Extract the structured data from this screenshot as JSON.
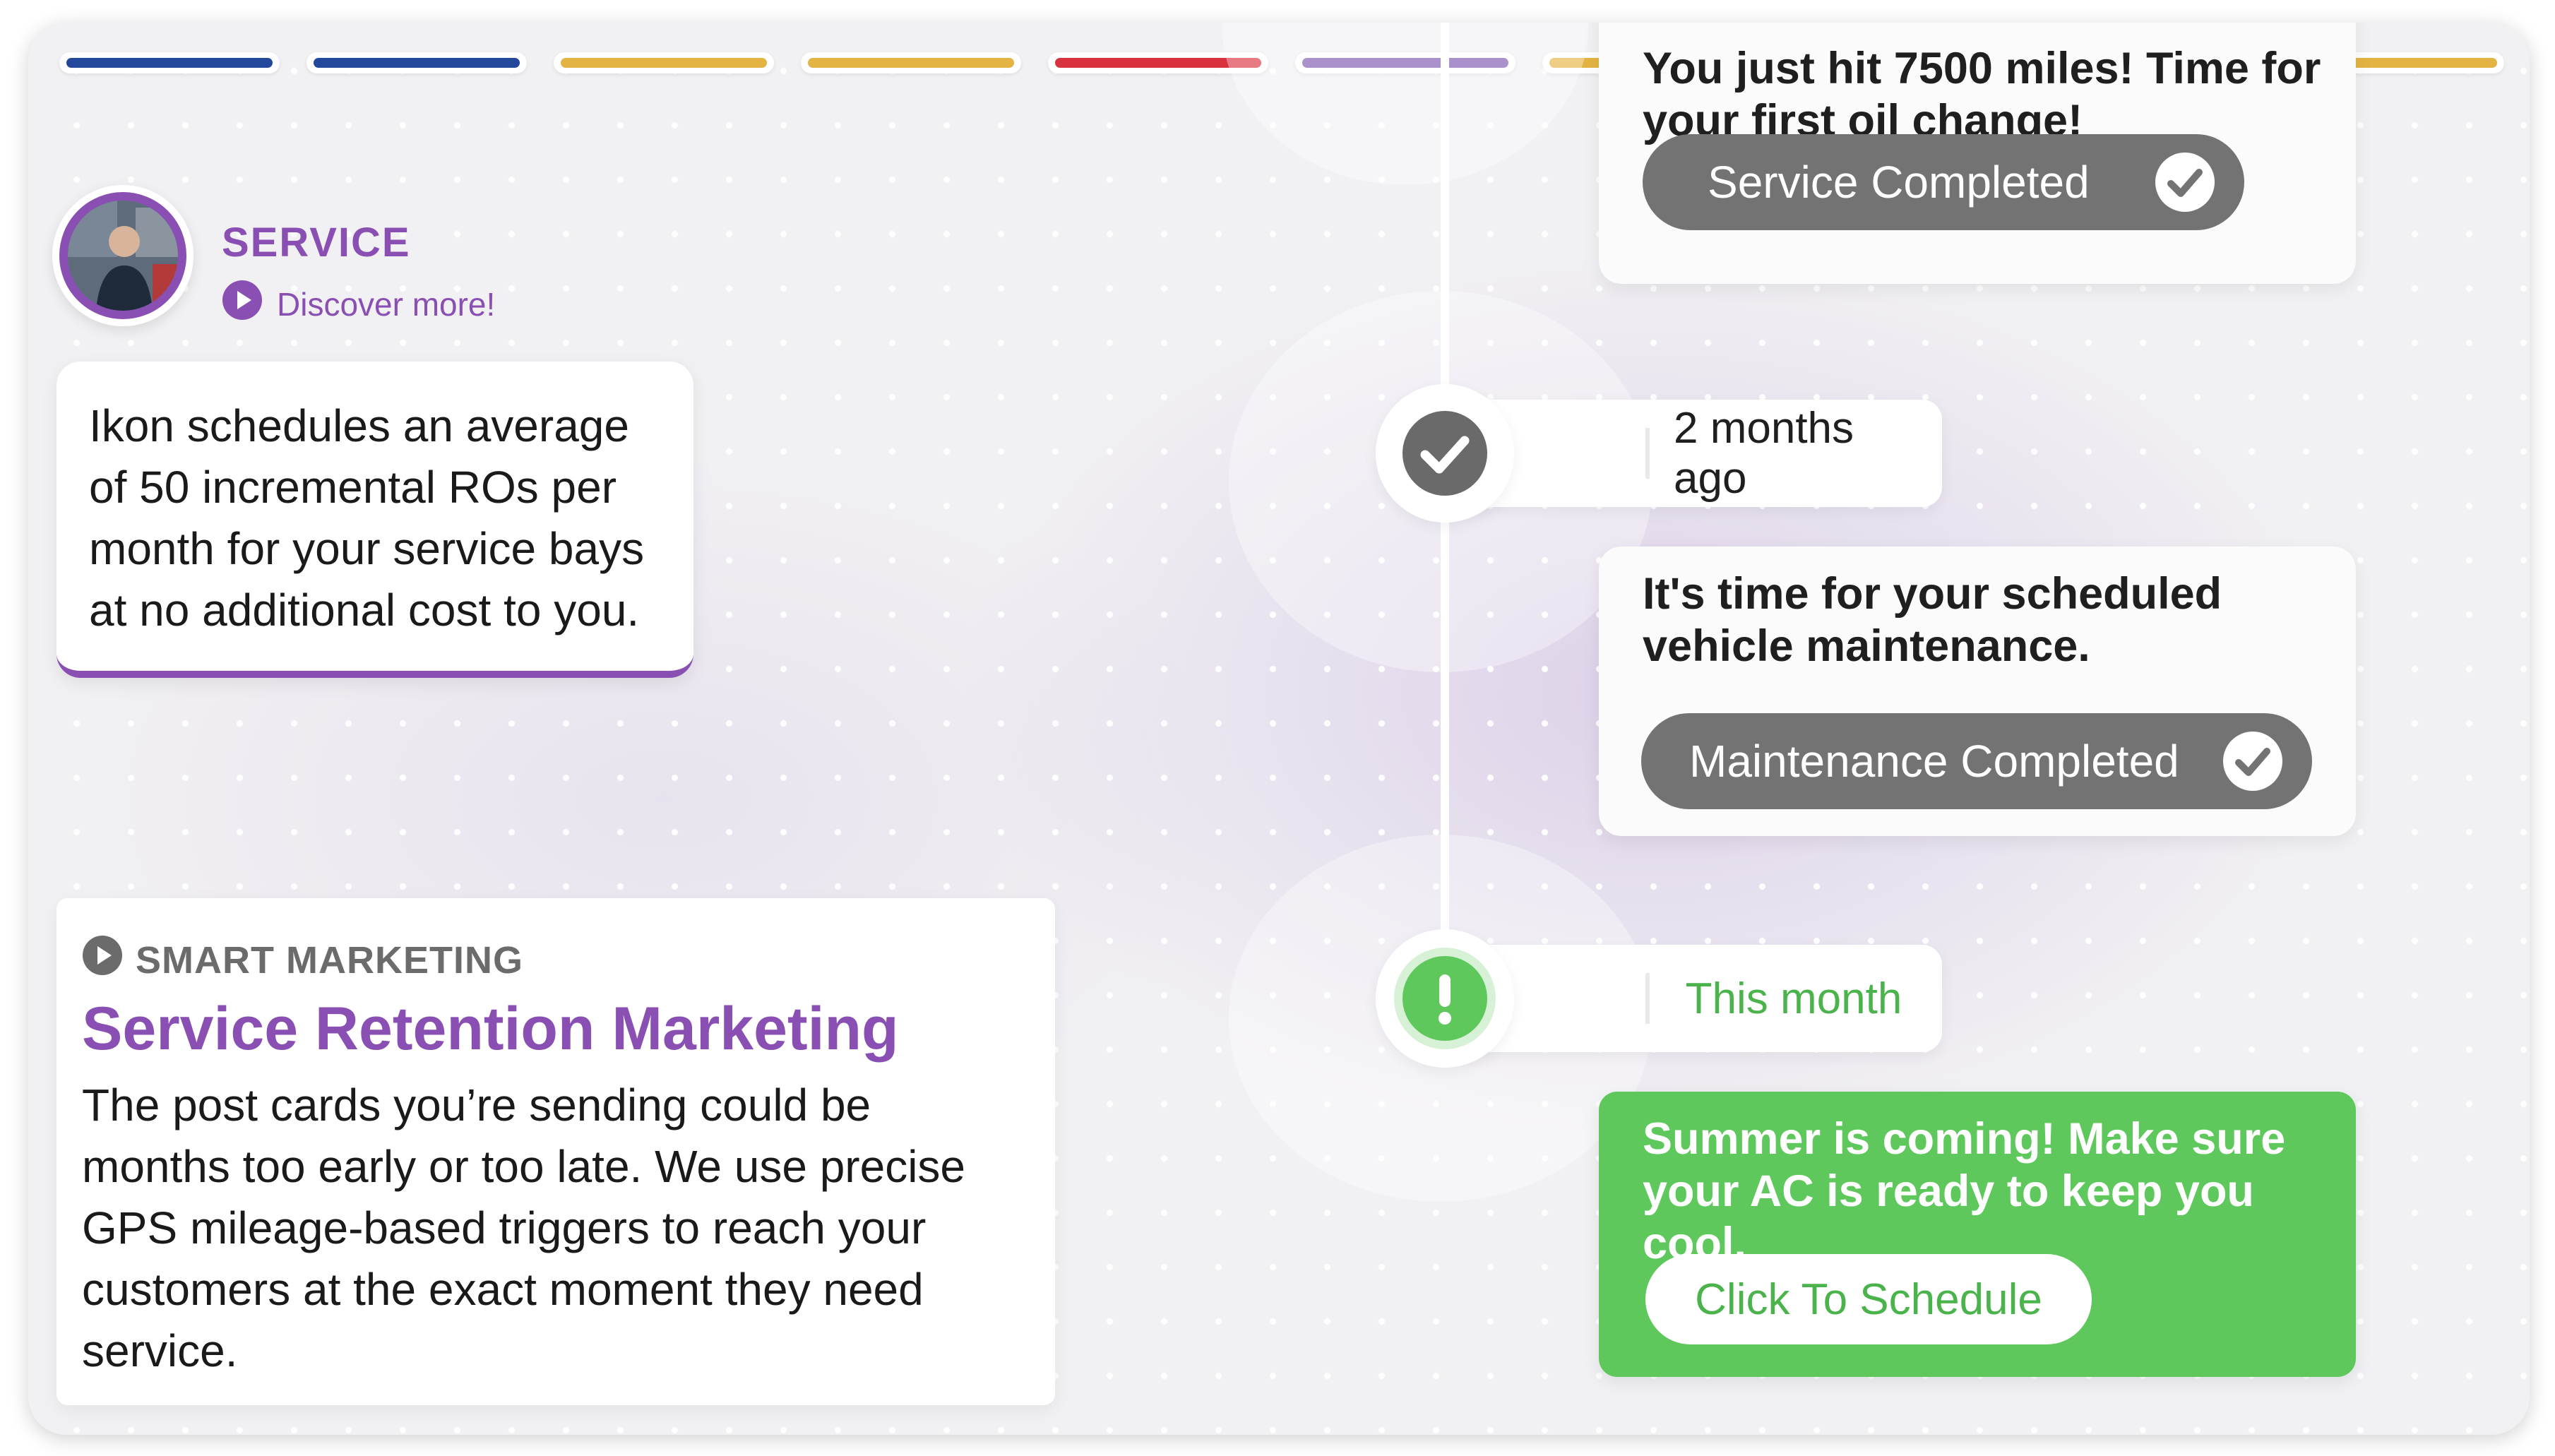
{
  "progress": {
    "segments": [
      {
        "color": "#23479a"
      },
      {
        "color": "#23479a"
      },
      {
        "color": "#e3b443"
      },
      {
        "color": "#e3b443"
      },
      {
        "color": "#d9323f"
      },
      {
        "color": "#7e57b0"
      },
      {
        "color": "#e3b443"
      },
      {
        "color": "#e3b443"
      },
      {
        "color": "#7e57b0"
      },
      {
        "color": "#e3b443"
      }
    ]
  },
  "service": {
    "label": "SERVICE",
    "discover": "Discover more!",
    "stat": "Ikon schedules an average of 50 incremental ROs per month for your service bays at no additional cost to you."
  },
  "retention": {
    "eyebrow": "SMART MARKETING",
    "title": "Service Retention Marketing",
    "body": "The post cards you’re sending could be months too early or too late. We use precise GPS mileage-based triggers to reach your customers at the exact moment they need service."
  },
  "timeline": {
    "first": {
      "message": "You just hit 7500 miles! Time for your first oil change!",
      "button": "Service Completed"
    },
    "second": {
      "time": "2 months ago",
      "message": "It's time for your scheduled vehicle maintenance.",
      "button": "Maintenance Completed"
    },
    "third": {
      "time": "This month",
      "message": "Summer is coming! Make sure your AC is ready to keep you cool.",
      "button": "Click To Schedule"
    }
  },
  "colors": {
    "purple": "#8a4fb3",
    "green": "#5fc85d",
    "gray_button": "#737373",
    "check_gray": "#6a6a6a"
  },
  "icons": [
    "check-icon",
    "alert-icon",
    "play-icon",
    "checkmark-circle-icon"
  ]
}
